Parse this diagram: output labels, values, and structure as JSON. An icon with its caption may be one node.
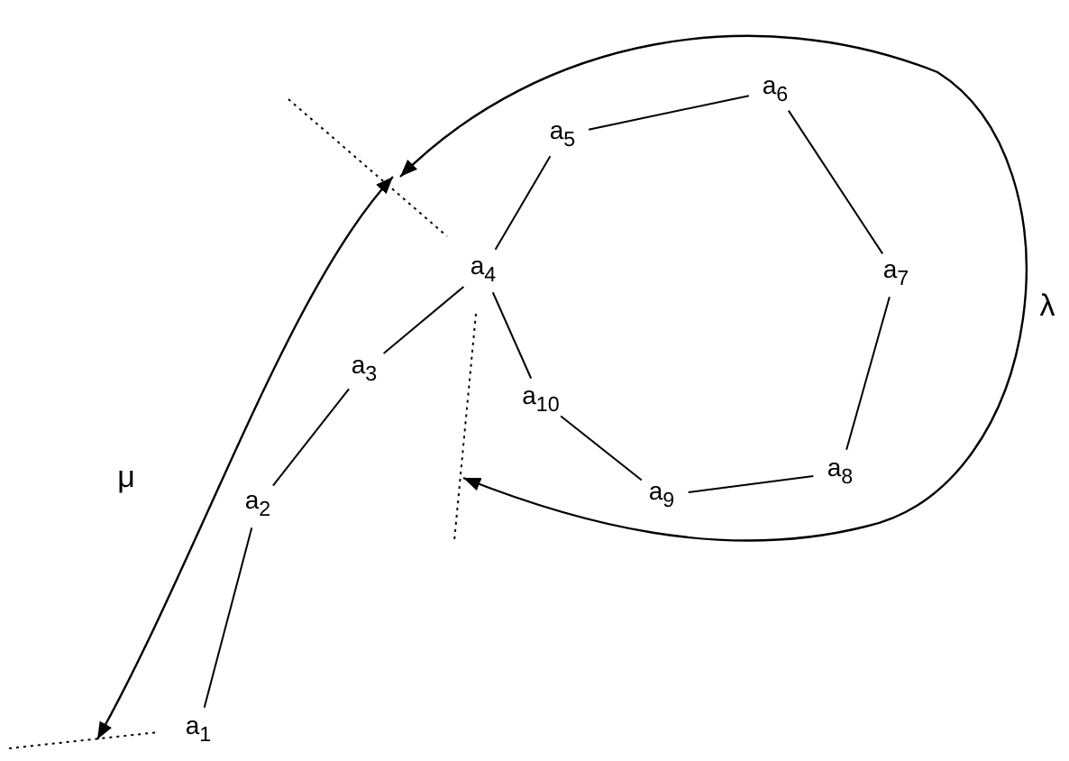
{
  "diagram": {
    "nodes": [
      {
        "text": [
          "a$_{1}$"
        ]
      },
      {
        "text": [
          "a$_{2}$"
        ]
      },
      {
        "text": [
          "a$_{3}$"
        ]
      },
      {
        "text": [
          "a$_{4}$"
        ]
      },
      {
        "text": [
          "a$_{5}$"
        ]
      },
      {
        "text": [
          "a$_{6}$"
        ]
      },
      {
        "text": [
          "a$_{7}$"
        ]
      },
      {
        "text": [
          "a$_{8}$"
        ]
      },
      {
        "text": [
          "a$_{9}$"
        ]
      },
      {
        "text": [
          "a$_{10}$"
        ]
      }
    ],
    "edges": [
      {
        "from": 0,
        "to": 1,
        "arrow": "none"
      },
      {
        "from": 1,
        "to": 2,
        "arrow": "none"
      },
      {
        "from": 2,
        "to": 3,
        "arrow": "none"
      },
      {
        "from": 3,
        "to": 4,
        "arrow": "none"
      },
      {
        "from": 4,
        "to": 5,
        "arrow": "none"
      },
      {
        "from": 5,
        "to": 6,
        "arrow": "none"
      },
      {
        "from": 6,
        "to": 7,
        "arrow": "none"
      },
      {
        "from": 7,
        "to": 8,
        "arrow": "none"
      },
      {
        "from": 8,
        "to": 9,
        "arrow": "none"
      },
      {
        "from": 9,
        "to": 3,
        "arrow": "none"
      }
    ],
    "labels": [
      "μ",
      "λ"
    ]
  }
}
